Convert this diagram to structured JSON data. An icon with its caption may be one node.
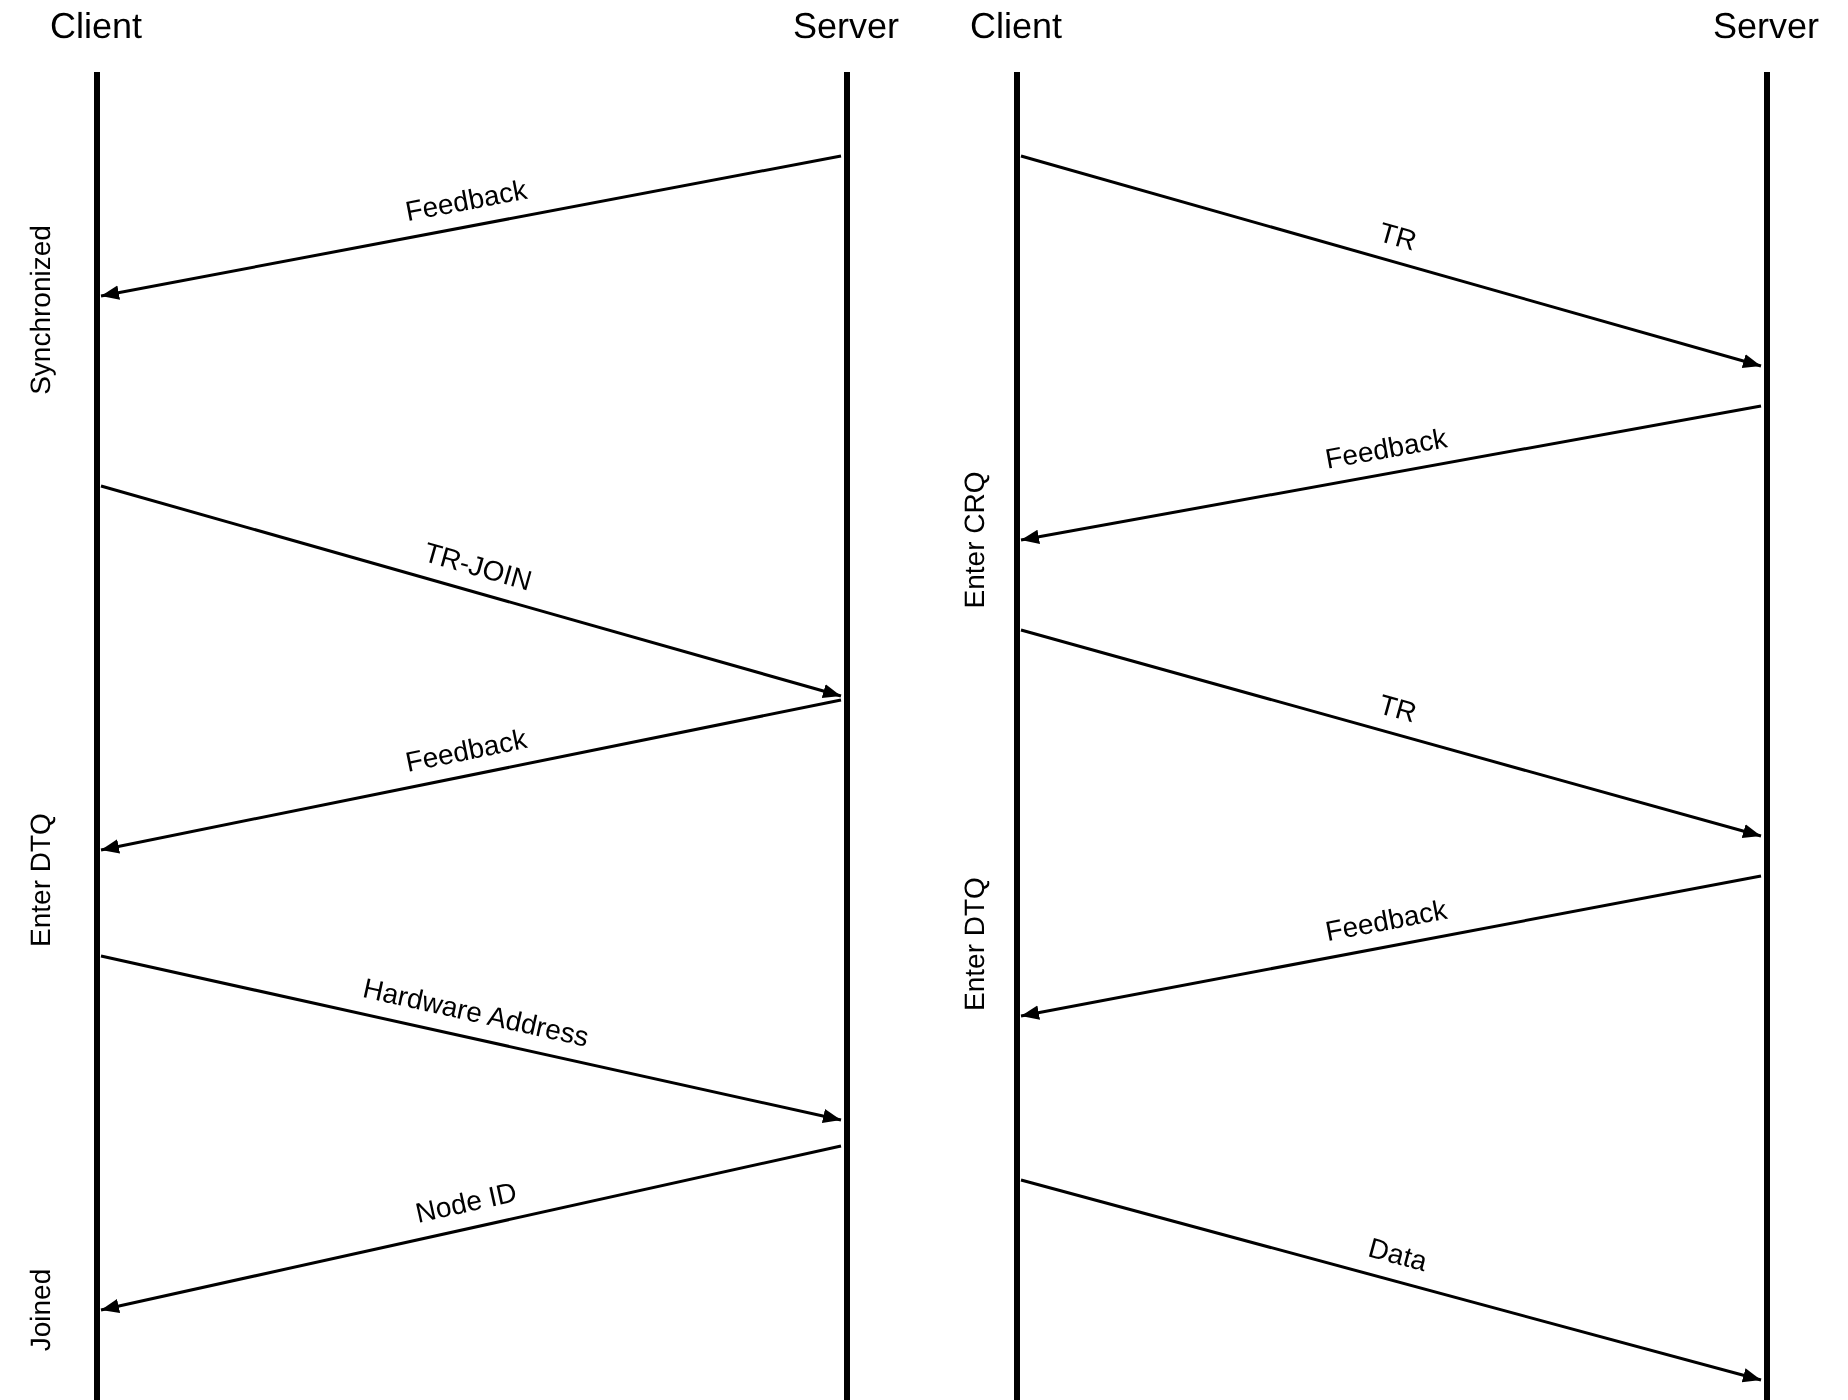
{
  "diagram": {
    "nodes": [
      {
        "text": [
          "Client"
        ],
        "beside": [
          "Synchronized",
          "Enter DTQ",
          "Joined"
        ]
      },
      {
        "text": [
          "Server"
        ]
      },
      {
        "text": [
          "Client"
        ],
        "beside": [
          "Enter CRQ",
          "Enter DTQ"
        ]
      },
      {
        "text": [
          "Server"
        ]
      }
    ],
    "edges": [
      {
        "from": 1,
        "to": 0,
        "arrow": "to",
        "label": "Feedback"
      },
      {
        "from": 0,
        "to": 1,
        "arrow": "to",
        "label": "TR-JOIN"
      },
      {
        "from": 1,
        "to": 0,
        "arrow": "to",
        "label": "Feedback"
      },
      {
        "from": 0,
        "to": 1,
        "arrow": "to",
        "label": "Hardware Address"
      },
      {
        "from": 1,
        "to": 0,
        "arrow": "to",
        "label": "Node ID"
      },
      {
        "from": 2,
        "to": 3,
        "arrow": "to",
        "label": "TR"
      },
      {
        "from": 3,
        "to": 2,
        "arrow": "to",
        "label": "Feedback"
      },
      {
        "from": 2,
        "to": 3,
        "arrow": "to",
        "label": "TR"
      },
      {
        "from": 3,
        "to": 2,
        "arrow": "to",
        "label": "Feedback"
      },
      {
        "from": 2,
        "to": 3,
        "arrow": "to",
        "label": "Data"
      }
    ]
  }
}
